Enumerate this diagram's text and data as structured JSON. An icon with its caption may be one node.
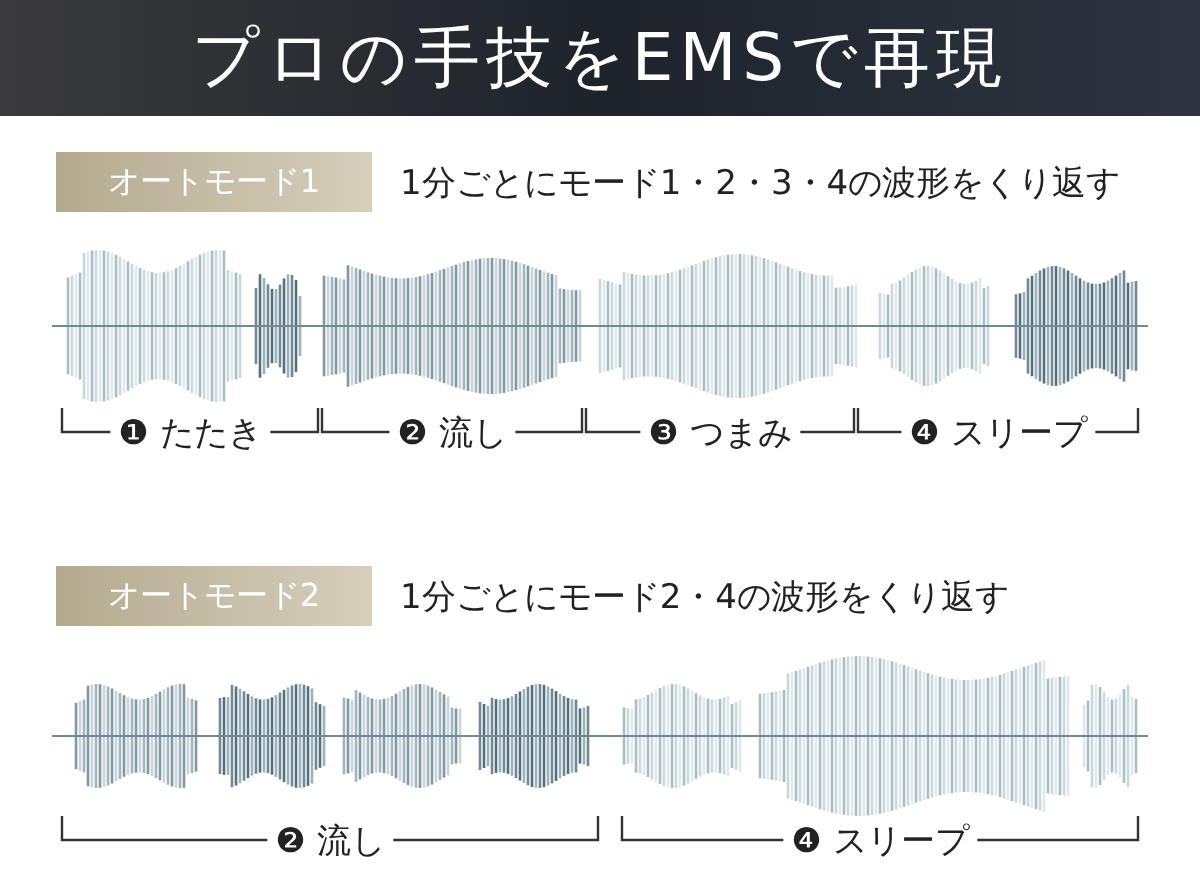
{
  "diagram": {
    "title": "プロの手技をEMSで再現",
    "nodes": [
      {
        "text": [
          "オートモード1"
        ]
      },
      {
        "text": [
          "オートモード2"
        ]
      }
    ],
    "labels": [
      "1分ごとにモード1・2・3・4の波形をくり返す",
      "❶ たたき",
      "❷ 流し",
      "❸ つまみ",
      "❹ スリープ",
      "1分ごとにモード2・4の波形をくり返す",
      "❷ 流し",
      "❹ スリープ"
    ]
  }
}
